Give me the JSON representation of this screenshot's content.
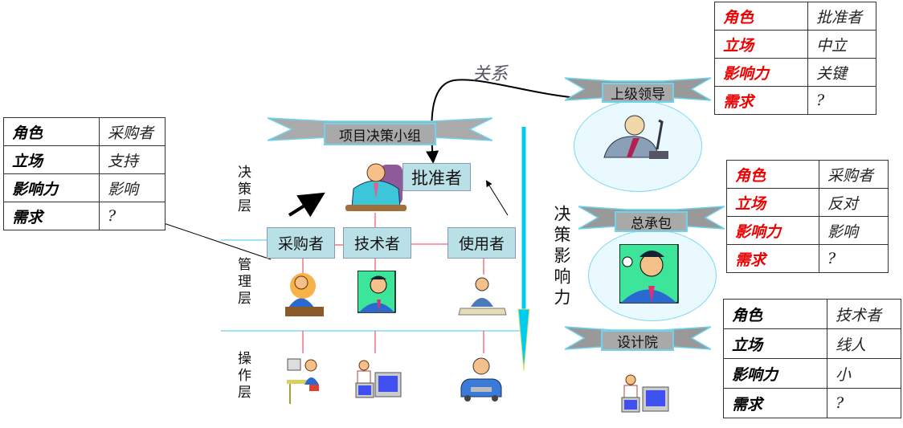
{
  "relation_label": "关系",
  "center": {
    "group_banner": "项目决策小组",
    "approver_box": "批准者",
    "role_boxes": [
      "采购者",
      "技术者",
      "使用者"
    ],
    "layers": [
      "决策层",
      "管理层",
      "操作层"
    ],
    "influence_label": "决策影响力"
  },
  "left_table": {
    "rows": [
      {
        "key": "角色",
        "value": "采购者"
      },
      {
        "key": "立场",
        "value": "支持"
      },
      {
        "key": "影响力",
        "value": "影响"
      },
      {
        "key": "需求",
        "value": "?"
      }
    ]
  },
  "right": {
    "banners": [
      "上级领导",
      "总承包",
      "设计院"
    ],
    "tables": [
      {
        "rows": [
          {
            "key": "角色",
            "value": "批准者"
          },
          {
            "key": "立场",
            "value": "中立"
          },
          {
            "key": "影响力",
            "value": "关键"
          },
          {
            "key": "需求",
            "value": "?"
          }
        ]
      },
      {
        "rows": [
          {
            "key": "角色",
            "value": "采购者"
          },
          {
            "key": "立场",
            "value": "反对"
          },
          {
            "key": "影响力",
            "value": "影响"
          },
          {
            "key": "需求",
            "value": "?"
          }
        ]
      },
      {
        "rows": [
          {
            "key": "角色",
            "value": "技术者"
          },
          {
            "key": "立场",
            "value": "线人"
          },
          {
            "key": "影响力",
            "value": "小"
          },
          {
            "key": "需求",
            "value": "?"
          }
        ]
      }
    ]
  },
  "colors": {
    "key_red": "#ee0000",
    "cyan": "#00ccf0",
    "pink_line": "#f06070",
    "box_fill": "#b9e0e6",
    "banner_gray": "#a9a9a9"
  }
}
